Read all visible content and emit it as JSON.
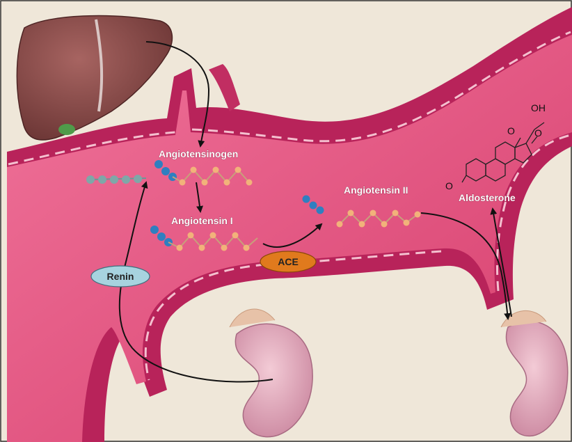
{
  "labels": {
    "angiotensinogen": "Angiotensinogen",
    "angiotensin_1": "Angiotensin I",
    "angiotensin_2": "Angiotensin II",
    "aldosterone": "Aldosterone",
    "renin": "Renin",
    "ace": "ACE"
  },
  "chemistry": {
    "oh": "OH",
    "o_ketone_top": "O",
    "o_side": "O",
    "o_ring_left": "O"
  },
  "colors": {
    "background": "#efe7d9",
    "vessel_wall": "#b8235a",
    "vessel_lumen": "#e8567f",
    "liver": "#8a4a48",
    "kidney": "#e7b4c4",
    "renin_ellipse": "#a7d3df",
    "ace_ellipse": "#e07a1d",
    "chain_blue": "#2f7fc0",
    "chain_peach": "#f2b27a",
    "chain_grey": "#7fa7a8"
  },
  "icons": {
    "liver": "liver-icon",
    "kidney_left": "kidney-icon",
    "kidney_right": "kidney-adrenal-icon"
  }
}
